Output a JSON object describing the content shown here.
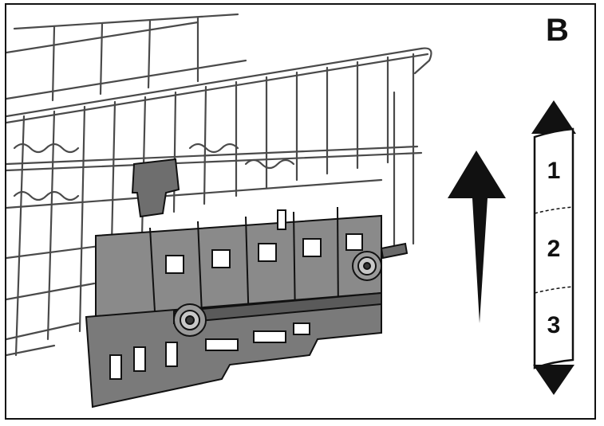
{
  "panel": {
    "letter": "B"
  },
  "height_scale": {
    "labels": [
      "1",
      "2",
      "3"
    ]
  },
  "colors": {
    "outline": "#111111",
    "basket_wire": "#4a4a4a",
    "adjuster_fill": "#7a7a7a",
    "adjuster_dark": "#3a3a3a"
  },
  "icons": {
    "direction": "up-arrow-icon",
    "scale_top": "triangle-up-icon",
    "scale_bottom": "triangle-down-icon"
  }
}
